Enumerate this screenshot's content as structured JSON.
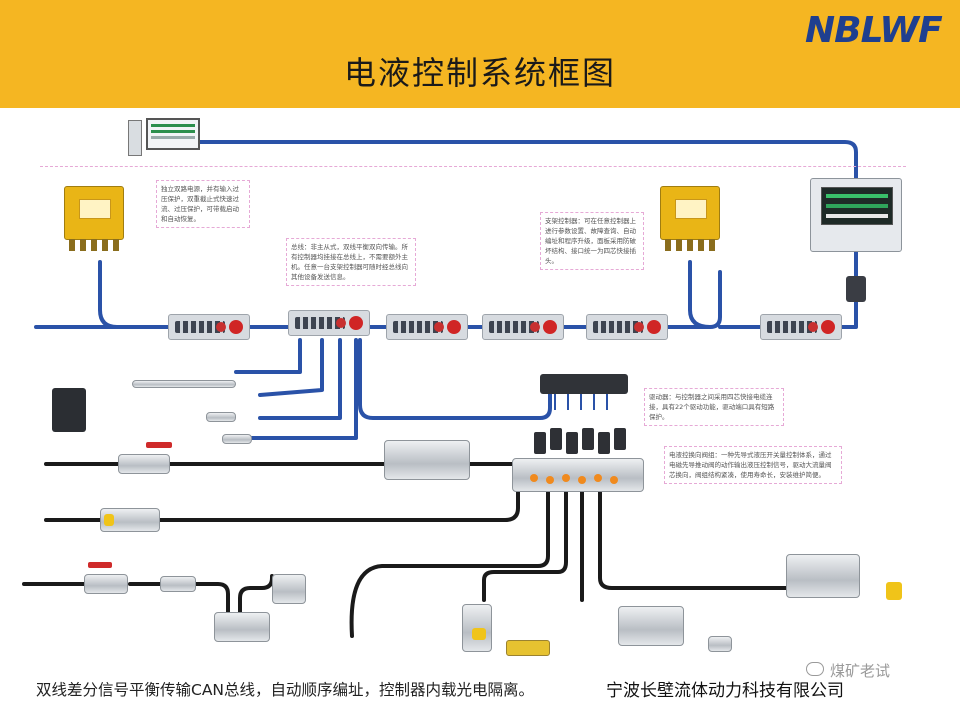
{
  "header": {
    "title": "电液控制系统框图",
    "logo_text": "NBLWF",
    "background_color": "#f5b622",
    "logo_color": "#1f3f8f"
  },
  "notes": {
    "power": "独立双路电源，并有输入过压保护，双重截止式快速过流、过压保护，可带载启动和自动恢复。",
    "bus": "总线：非主从式，双线平衡双向传输。所有控制器均挂接在总线上，不需要额外主机。任意一台支架控制器可随时经总线向其他设备发送信息。",
    "controller": "支架控制器：可在任意控制器上进行参数设置、故障查询、自动编址和程序升级，面板采用防破坏结构、接口统一为四芯快接插头。",
    "driver": "驱动器：与控制器之间采用四芯快接电缆连接，具有22个驱动功能，驱动端口具有短路保护。",
    "valve": "电液控换向阀组：一种先导式液压开关量控制体系，通过电磁先导推动阀的动作输出液压控制信号，驱动大流量阀芯换向，阀组结构紧凑，使用寿命长，安装维护简便。"
  },
  "colors": {
    "blue_cable": "#2a52a8",
    "black_cable": "#1a1a1a",
    "note_border": "#e6a9d6"
  },
  "footer": {
    "caption": "双线差分信号平衡传输CAN总线，自动顺序编址，控制器内载光电隔离。",
    "company": "宁波长壁流体动力科技有限公司",
    "watermark": "煤矿老试"
  }
}
